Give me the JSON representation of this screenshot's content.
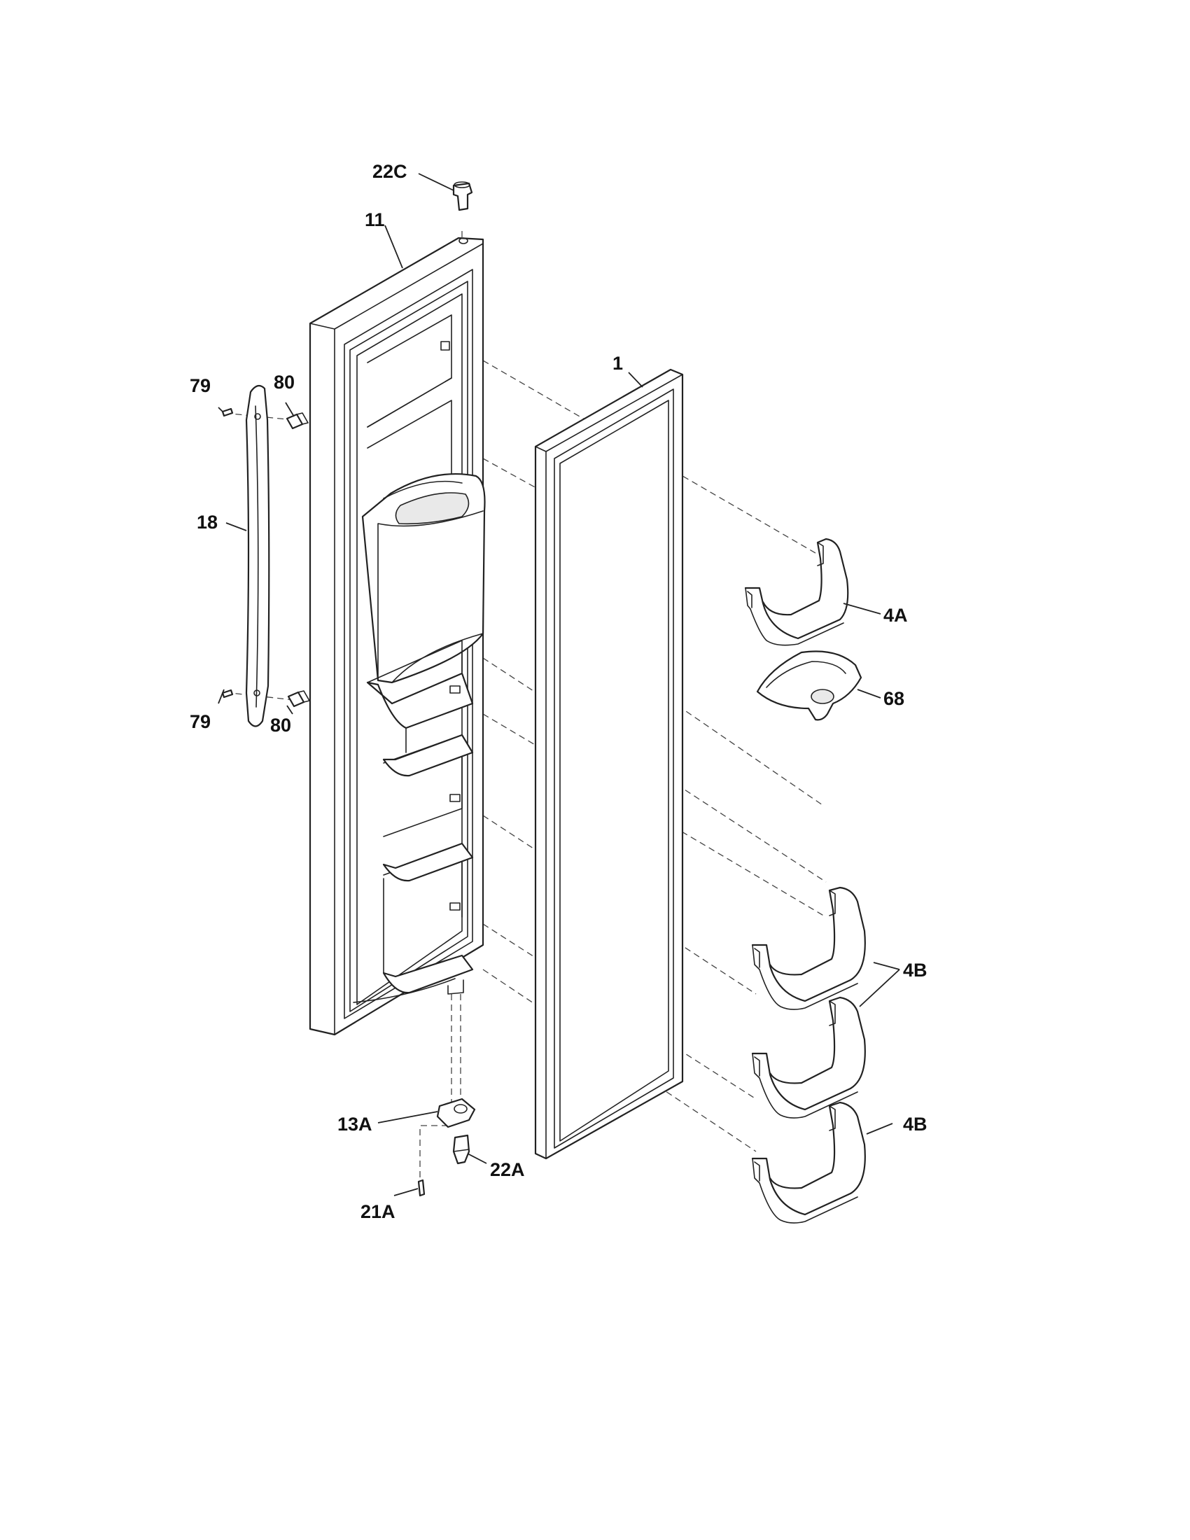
{
  "diagram": {
    "labels": {
      "p22c": "22C",
      "p11": "11",
      "p1": "1",
      "p79a": "79",
      "p80a": "80",
      "p18": "18",
      "p4a": "4A",
      "p68": "68",
      "p79b": "79",
      "p80b": "80",
      "p4b1": "4B",
      "p4b2": "4B",
      "p13a": "13A",
      "p22a": "22A",
      "p21a": "21A"
    }
  }
}
